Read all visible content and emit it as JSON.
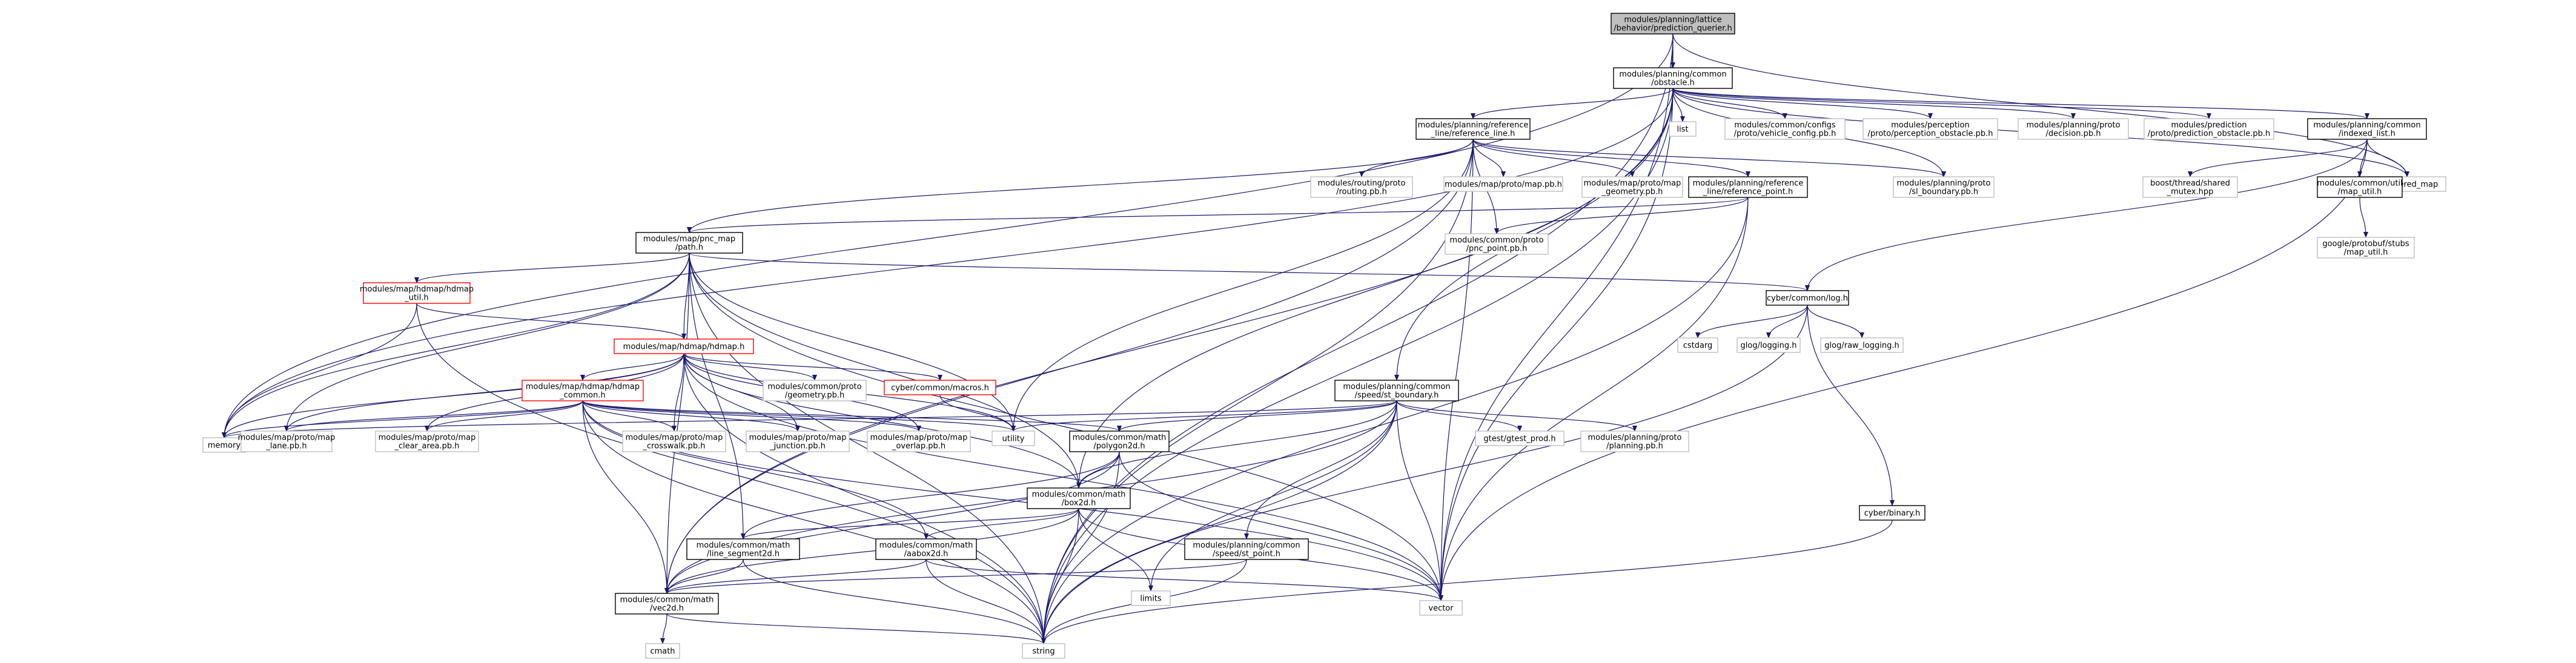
{
  "colors": {
    "edge": "#191970",
    "node_border_normal": "#000000",
    "node_border_incomplete": "#ff0000",
    "node_border_external": "#bfbfbf",
    "root_fill": "#bfbfbf",
    "node_fill": "#ffffff"
  },
  "nodes": [
    {
      "id": "root",
      "lines": [
        "modules/planning/lattice",
        "/behavior/prediction_querier.h"
      ],
      "style": "root"
    },
    {
      "id": "obstacle",
      "lines": [
        "modules/planning/common",
        "/obstacle.h"
      ],
      "style": "normal"
    },
    {
      "id": "memory",
      "lines": [
        "memory"
      ],
      "style": "external"
    },
    {
      "id": "string",
      "lines": [
        "string"
      ],
      "style": "external"
    },
    {
      "id": "vector",
      "lines": [
        "vector"
      ],
      "style": "external"
    },
    {
      "id": "unordered_map",
      "lines": [
        "unordered_map"
      ],
      "style": "external"
    },
    {
      "id": "list",
      "lines": [
        "list"
      ],
      "style": "external"
    },
    {
      "id": "vehicle_config",
      "lines": [
        "modules/common/configs",
        "/proto/vehicle_config.pb.h"
      ],
      "style": "external"
    },
    {
      "id": "perception_obstacle",
      "lines": [
        "modules/perception",
        "/proto/perception_obstacle.pb.h"
      ],
      "style": "external"
    },
    {
      "id": "decision",
      "lines": [
        "modules/planning/proto",
        "/decision.pb.h"
      ],
      "style": "external"
    },
    {
      "id": "prediction_obstacle",
      "lines": [
        "modules/prediction",
        "/proto/prediction_obstacle.pb.h"
      ],
      "style": "external"
    },
    {
      "id": "indexed_list",
      "lines": [
        "modules/planning/common",
        "/indexed_list.h"
      ],
      "style": "normal"
    },
    {
      "id": "reference_line",
      "lines": [
        "modules/planning/reference",
        "_line/reference_line.h"
      ],
      "style": "normal"
    },
    {
      "id": "routing",
      "lines": [
        "modules/routing/proto",
        "/routing.pb.h"
      ],
      "style": "external"
    },
    {
      "id": "map_pb",
      "lines": [
        "modules/map/proto/map.pb.h"
      ],
      "style": "external"
    },
    {
      "id": "map_geometry",
      "lines": [
        "modules/map/proto/map",
        "_geometry.pb.h"
      ],
      "style": "external"
    },
    {
      "id": "reference_point",
      "lines": [
        "modules/planning/reference",
        "_line/reference_point.h"
      ],
      "style": "normal"
    },
    {
      "id": "sl_boundary",
      "lines": [
        "modules/planning/proto",
        "/sl_boundary.pb.h"
      ],
      "style": "external"
    },
    {
      "id": "shared_mutex",
      "lines": [
        "boost/thread/shared",
        "_mutex.hpp"
      ],
      "style": "external"
    },
    {
      "id": "map_util",
      "lines": [
        "modules/common/util",
        "/map_util.h"
      ],
      "style": "normal"
    },
    {
      "id": "protobuf_map_util",
      "lines": [
        "google/protobuf/stubs",
        "/map_util.h"
      ],
      "style": "external"
    },
    {
      "id": "pnc_map_path",
      "lines": [
        "modules/map/pnc_map",
        "/path.h"
      ],
      "style": "normal"
    },
    {
      "id": "pnc_point",
      "lines": [
        "modules/common/proto",
        "/pnc_point.pb.h"
      ],
      "style": "external"
    },
    {
      "id": "log",
      "lines": [
        "cyber/common/log.h"
      ],
      "style": "normal"
    },
    {
      "id": "cstdarg",
      "lines": [
        "cstdarg"
      ],
      "style": "external"
    },
    {
      "id": "glog_logging",
      "lines": [
        "glog/logging.h"
      ],
      "style": "external"
    },
    {
      "id": "glog_raw_logging",
      "lines": [
        "glog/raw_logging.h"
      ],
      "style": "external"
    },
    {
      "id": "binary",
      "lines": [
        "cyber/binary.h"
      ],
      "style": "normal"
    },
    {
      "id": "hdmap_util",
      "lines": [
        "modules/map/hdmap/hdmap",
        "_util.h"
      ],
      "style": "incomplete"
    },
    {
      "id": "hdmap",
      "lines": [
        "modules/map/hdmap/hdmap.h"
      ],
      "style": "incomplete"
    },
    {
      "id": "hdmap_common",
      "lines": [
        "modules/map/hdmap/hdmap",
        "_common.h"
      ],
      "style": "incomplete"
    },
    {
      "id": "proto_geometry",
      "lines": [
        "modules/common/proto",
        "/geometry.pb.h"
      ],
      "style": "external"
    },
    {
      "id": "macros",
      "lines": [
        "cyber/common/macros.h"
      ],
      "style": "incomplete"
    },
    {
      "id": "speedst_boundary",
      "lines": [
        "modules/planning/common",
        "/speed/st_boundary.h"
      ],
      "style": "normal"
    },
    {
      "id": "gtest_prod",
      "lines": [
        "gtest/gtest_prod.h"
      ],
      "style": "external"
    },
    {
      "id": "planning_pb",
      "lines": [
        "modules/planning/proto",
        "/planning.pb.h"
      ],
      "style": "external"
    },
    {
      "id": "utility",
      "lines": [
        "utility"
      ],
      "style": "external"
    },
    {
      "id": "lane_pb",
      "lines": [
        "modules/map/proto/map",
        "_lane.pb.h"
      ],
      "style": "external"
    },
    {
      "id": "clear_area_pb",
      "lines": [
        "modules/map/proto/map",
        "_clear_area.pb.h"
      ],
      "style": "external"
    },
    {
      "id": "crosswalk_pb",
      "lines": [
        "modules/map/proto/map",
        "_crosswalk.pb.h"
      ],
      "style": "external"
    },
    {
      "id": "junction_pb",
      "lines": [
        "modules/map/proto/map",
        "_junction.pb.h"
      ],
      "style": "external"
    },
    {
      "id": "overlap_pb",
      "lines": [
        "modules/map/proto/map",
        "_overlap.pb.h"
      ],
      "style": "external"
    },
    {
      "id": "polygon2d",
      "lines": [
        "modules/common/math",
        "/polygon2d.h"
      ],
      "style": "normal"
    },
    {
      "id": "box2d",
      "lines": [
        "modules/common/math",
        "/box2d.h"
      ],
      "style": "normal"
    },
    {
      "id": "line_segment2d",
      "lines": [
        "modules/common/math",
        "/line_segment2d.h"
      ],
      "style": "normal"
    },
    {
      "id": "aabox2d",
      "lines": [
        "modules/common/math",
        "/aabox2d.h"
      ],
      "style": "normal"
    },
    {
      "id": "speedst_point",
      "lines": [
        "modules/planning/common",
        "/speed/st_point.h"
      ],
      "style": "normal"
    },
    {
      "id": "limits",
      "lines": [
        "limits"
      ],
      "style": "external"
    },
    {
      "id": "vec2d",
      "lines": [
        "modules/common/math",
        "/vec2d.h"
      ],
      "style": "normal"
    },
    {
      "id": "cmath",
      "lines": [
        "cmath"
      ],
      "style": "external"
    }
  ],
  "edges": [
    [
      "root",
      "obstacle"
    ],
    [
      "root",
      "memory"
    ],
    [
      "root",
      "string"
    ],
    [
      "root",
      "vector"
    ],
    [
      "root",
      "unordered_map"
    ],
    [
      "obstacle",
      "list"
    ],
    [
      "obstacle",
      "memory"
    ],
    [
      "obstacle",
      "string"
    ],
    [
      "obstacle",
      "unordered_map"
    ],
    [
      "obstacle",
      "vector"
    ],
    [
      "obstacle",
      "vehicle_config"
    ],
    [
      "obstacle",
      "perception_obstacle"
    ],
    [
      "obstacle",
      "decision"
    ],
    [
      "obstacle",
      "prediction_obstacle"
    ],
    [
      "obstacle",
      "indexed_list"
    ],
    [
      "obstacle",
      "reference_line"
    ],
    [
      "obstacle",
      "sl_boundary"
    ],
    [
      "obstacle",
      "box2d"
    ],
    [
      "obstacle",
      "vec2d"
    ],
    [
      "obstacle",
      "speedst_boundary"
    ],
    [
      "indexed_list",
      "unordered_map"
    ],
    [
      "indexed_list",
      "vector"
    ],
    [
      "indexed_list",
      "shared_mutex"
    ],
    [
      "indexed_list",
      "map_util"
    ],
    [
      "indexed_list",
      "log"
    ],
    [
      "map_util",
      "protobuf_map_util"
    ],
    [
      "reference_line",
      "routing"
    ],
    [
      "reference_line",
      "map_pb"
    ],
    [
      "reference_line",
      "map_geometry"
    ],
    [
      "reference_line",
      "reference_point"
    ],
    [
      "reference_line",
      "sl_boundary"
    ],
    [
      "reference_line",
      "pnc_point"
    ],
    [
      "reference_line",
      "pnc_map_path"
    ],
    [
      "reference_line",
      "utility"
    ],
    [
      "reference_line",
      "vec2d"
    ],
    [
      "reference_line",
      "vector"
    ],
    [
      "reference_line",
      "string"
    ],
    [
      "reference_point",
      "pnc_point"
    ],
    [
      "reference_point",
      "pnc_map_path"
    ],
    [
      "reference_point",
      "string"
    ],
    [
      "reference_point",
      "vector"
    ],
    [
      "pnc_map_path",
      "log"
    ],
    [
      "pnc_map_path",
      "hdmap_util"
    ],
    [
      "pnc_map_path",
      "hdmap"
    ],
    [
      "pnc_map_path",
      "memory"
    ],
    [
      "pnc_map_path",
      "string"
    ],
    [
      "pnc_map_path",
      "utility"
    ],
    [
      "pnc_map_path",
      "vector"
    ],
    [
      "pnc_map_path",
      "lane_pb"
    ],
    [
      "pnc_map_path",
      "box2d"
    ],
    [
      "pnc_map_path",
      "line_segment2d"
    ],
    [
      "pnc_map_path",
      "vec2d"
    ],
    [
      "log",
      "cstdarg"
    ],
    [
      "log",
      "glog_logging"
    ],
    [
      "log",
      "glog_raw_logging"
    ],
    [
      "log",
      "binary"
    ],
    [
      "log",
      "string"
    ],
    [
      "binary",
      "string"
    ],
    [
      "hdmap_util",
      "hdmap"
    ],
    [
      "hdmap_util",
      "memory"
    ],
    [
      "hdmap_util",
      "string"
    ],
    [
      "hdmap",
      "hdmap_common"
    ],
    [
      "hdmap",
      "proto_geometry"
    ],
    [
      "hdmap",
      "macros"
    ],
    [
      "hdmap",
      "memory"
    ],
    [
      "hdmap",
      "string"
    ],
    [
      "hdmap",
      "utility"
    ],
    [
      "hdmap",
      "vector"
    ],
    [
      "hdmap",
      "lane_pb"
    ],
    [
      "hdmap",
      "clear_area_pb"
    ],
    [
      "hdmap",
      "crosswalk_pb"
    ],
    [
      "hdmap",
      "junction_pb"
    ],
    [
      "hdmap",
      "overlap_pb"
    ],
    [
      "hdmap",
      "box2d"
    ],
    [
      "hdmap_common",
      "memory"
    ],
    [
      "hdmap_common",
      "string"
    ],
    [
      "hdmap_common",
      "utility"
    ],
    [
      "hdmap_common",
      "vector"
    ],
    [
      "hdmap_common",
      "lane_pb"
    ],
    [
      "hdmap_common",
      "clear_area_pb"
    ],
    [
      "hdmap_common",
      "crosswalk_pb"
    ],
    [
      "hdmap_common",
      "junction_pb"
    ],
    [
      "hdmap_common",
      "overlap_pb"
    ],
    [
      "hdmap_common",
      "polygon2d"
    ],
    [
      "hdmap_common",
      "aabox2d"
    ],
    [
      "hdmap_common",
      "vec2d"
    ],
    [
      "macros",
      "utility"
    ],
    [
      "speedst_boundary",
      "gtest_prod"
    ],
    [
      "speedst_boundary",
      "planning_pb"
    ],
    [
      "speedst_boundary",
      "utility"
    ],
    [
      "speedst_boundary",
      "memory"
    ],
    [
      "speedst_boundary",
      "string"
    ],
    [
      "speedst_boundary",
      "vector"
    ],
    [
      "speedst_boundary",
      "limits"
    ],
    [
      "speedst_boundary",
      "polygon2d"
    ],
    [
      "speedst_boundary",
      "box2d"
    ],
    [
      "speedst_boundary",
      "speedst_point"
    ],
    [
      "speedst_boundary",
      "vec2d"
    ],
    [
      "polygon2d",
      "box2d"
    ],
    [
      "polygon2d",
      "line_segment2d"
    ],
    [
      "polygon2d",
      "vec2d"
    ],
    [
      "polygon2d",
      "string"
    ],
    [
      "polygon2d",
      "vector"
    ],
    [
      "box2d",
      "aabox2d"
    ],
    [
      "box2d",
      "line_segment2d"
    ],
    [
      "box2d",
      "vec2d"
    ],
    [
      "box2d",
      "limits"
    ],
    [
      "box2d",
      "string"
    ],
    [
      "box2d",
      "vector"
    ],
    [
      "line_segment2d",
      "vec2d"
    ],
    [
      "line_segment2d",
      "string"
    ],
    [
      "aabox2d",
      "vec2d"
    ],
    [
      "aabox2d",
      "string"
    ],
    [
      "aabox2d",
      "vector"
    ],
    [
      "speedst_point",
      "vec2d"
    ],
    [
      "speedst_point",
      "string"
    ],
    [
      "vec2d",
      "cmath"
    ],
    [
      "vec2d",
      "string"
    ]
  ]
}
